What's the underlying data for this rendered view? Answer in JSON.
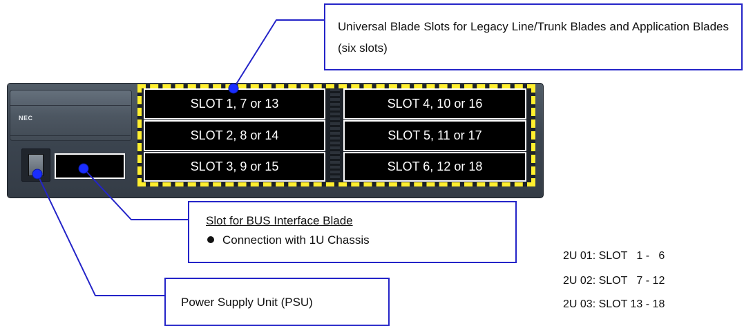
{
  "callouts": {
    "universal_slots": "Universal Blade Slots for Legacy Line/Trunk Blades and Application Blades (six slots)",
    "bus_interface_title": "Slot for BUS Interface Blade",
    "bus_interface_bullet": "Connection with 1U Chassis",
    "psu": "Power Supply Unit (PSU)"
  },
  "chassis": {
    "brand": "NEC",
    "slots_left": [
      "SLOT 1, 7 or 13",
      "SLOT 2, 8 or 14",
      "SLOT 3, 9 or 15"
    ],
    "slots_right": [
      "SLOT 4, 10 or 16",
      "SLOT 5, 11 or 17",
      "SLOT 6, 12 or 18"
    ]
  },
  "legend": [
    "2U 01: SLOT   1 -   6",
    "2U 02: SLOT   7 - 12",
    "2U 03: SLOT 13 - 18"
  ],
  "colors": {
    "callout_border": "#2424c8",
    "slot_frame": "#ffef2e",
    "marker": "#1a2dff"
  }
}
